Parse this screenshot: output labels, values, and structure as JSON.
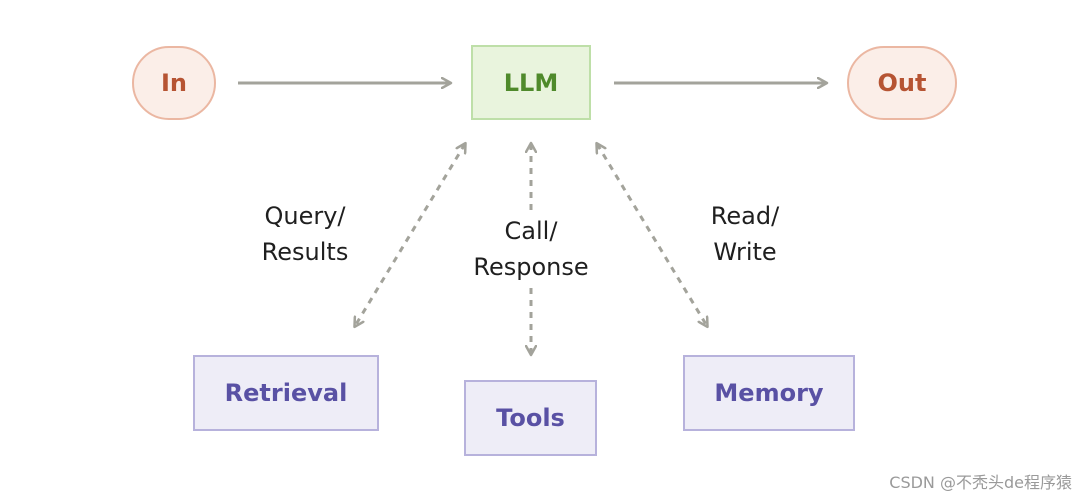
{
  "nodes": {
    "input": "In",
    "llm": "LLM",
    "output": "Out",
    "retrieval": "Retrieval",
    "tools": "Tools",
    "memory": "Memory"
  },
  "edge_labels": {
    "retrieval": [
      "Query/",
      "Results"
    ],
    "tools": [
      "Call/",
      "Response"
    ],
    "memory": [
      "Read/",
      "Write"
    ]
  },
  "watermark": "CSDN @不秃头de程序猿",
  "colors": {
    "io_fill": "#fbeee8",
    "io_border": "#ebb7a2",
    "io_text": "#b65433",
    "llm_fill": "#e9f4dd",
    "llm_border": "#bedfa8",
    "llm_text": "#4f8a2b",
    "aux_fill": "#eeedf7",
    "aux_border": "#b7b2dc",
    "aux_text": "#5951a4",
    "arrow": "#a3a39b"
  }
}
